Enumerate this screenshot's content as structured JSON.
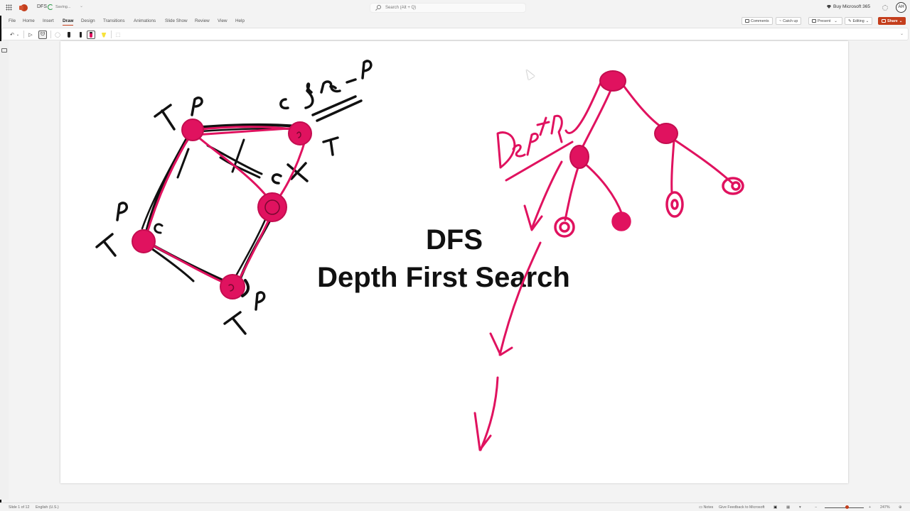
{
  "app": {
    "doc_name": "DFS",
    "status": "Saving...",
    "search_placeholder": "Search (Alt + Q)",
    "buy_label": "Buy Microsoft 365",
    "avatar_initials": "AH"
  },
  "menu": {
    "tabs": [
      {
        "label": "File"
      },
      {
        "label": "Home"
      },
      {
        "label": "Insert"
      },
      {
        "label": "Draw",
        "active": true
      },
      {
        "label": "Design"
      },
      {
        "label": "Transitions"
      },
      {
        "label": "Animations"
      },
      {
        "label": "Slide Show"
      },
      {
        "label": "Review"
      },
      {
        "label": "View"
      },
      {
        "label": "Help"
      }
    ],
    "right_buttons": {
      "comments": "Comments",
      "catch_up": "Catch up",
      "present": "Present",
      "editing": "Editing",
      "share": "Share"
    }
  },
  "ribbon": {
    "tools": [
      "undo-icon",
      "select-arrow-icon",
      "lasso-select-icon",
      "eraser-icon",
      "pen-black-icon",
      "pen-black-fine-icon",
      "pen-pink-icon",
      "highlighter-yellow-icon",
      "ink-to-shape-icon"
    ],
    "active_pen_color": "#e0125f"
  },
  "slide": {
    "title": "DFS",
    "subtitle": "Depth First Search",
    "ink_color_pink": "#e0125f",
    "ink_color_black": "#111111",
    "annotations": {
      "graph_labels": [
        "T",
        "P",
        "C",
        "Src - P",
        "T",
        "C",
        "X",
        "T",
        "P",
        "C",
        "T",
        "P"
      ],
      "tree_label": "Depth"
    }
  },
  "status": {
    "slide_position": "Slide 1 of 12",
    "language": "English (U.S.)",
    "notes": "Notes",
    "feedback": "Give Feedback to Microsoft",
    "zoom_percent": "247%"
  }
}
